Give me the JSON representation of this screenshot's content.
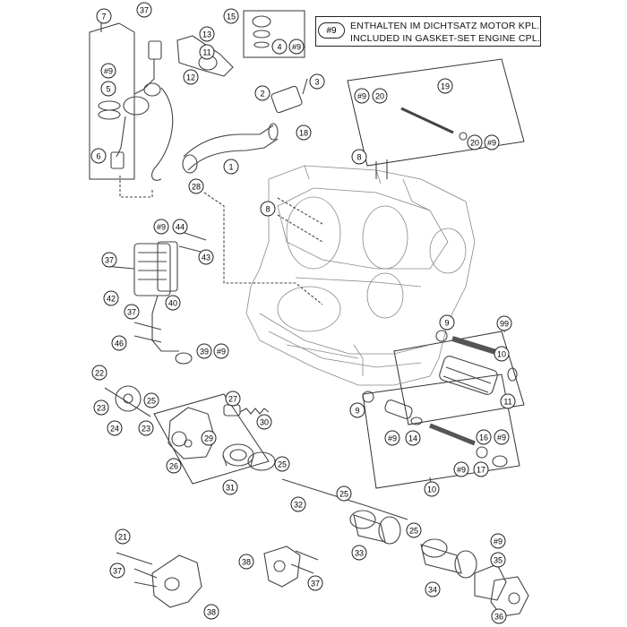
{
  "note": {
    "ref": "#9",
    "line1": "ENTHALTEN IM DICHTSATZ MOTOR KPL.",
    "line2": "INCLUDED IN GASKET-SET ENGINE CPL."
  },
  "callouts": [
    {
      "id": "c7",
      "label": "7"
    },
    {
      "id": "c37a",
      "label": "37"
    },
    {
      "id": "c15",
      "label": "15"
    },
    {
      "id": "c13",
      "label": "13"
    },
    {
      "id": "c11b",
      "label": "11"
    },
    {
      "id": "c12",
      "label": "12"
    },
    {
      "id": "c4",
      "label": "4"
    },
    {
      "id": "c9a",
      "label": "#9"
    },
    {
      "id": "c9b",
      "label": "#9"
    },
    {
      "id": "c5",
      "label": "5"
    },
    {
      "id": "c6",
      "label": "6"
    },
    {
      "id": "c2",
      "label": "2"
    },
    {
      "id": "c3",
      "label": "3"
    },
    {
      "id": "c18",
      "label": "18"
    },
    {
      "id": "c1",
      "label": "1"
    },
    {
      "id": "c28",
      "label": "28"
    },
    {
      "id": "c19",
      "label": "19"
    },
    {
      "id": "c9c",
      "label": "#9"
    },
    {
      "id": "c20a",
      "label": "20"
    },
    {
      "id": "c20b",
      "label": "20"
    },
    {
      "id": "c9d",
      "label": "#9"
    },
    {
      "id": "c8a",
      "label": "8"
    },
    {
      "id": "c8b",
      "label": "8"
    },
    {
      "id": "c9e",
      "label": "#9"
    },
    {
      "id": "c44",
      "label": "44"
    },
    {
      "id": "c43",
      "label": "43"
    },
    {
      "id": "c37b",
      "label": "37"
    },
    {
      "id": "c42",
      "label": "42"
    },
    {
      "id": "c40",
      "label": "40"
    },
    {
      "id": "c37c",
      "label": "37"
    },
    {
      "id": "c46",
      "label": "46"
    },
    {
      "id": "c39",
      "label": "39"
    },
    {
      "id": "c9f",
      "label": "#9"
    },
    {
      "id": "c9g",
      "label": "9"
    },
    {
      "id": "c99",
      "label": "99"
    },
    {
      "id": "c10a",
      "label": "10"
    },
    {
      "id": "c11",
      "label": "11"
    },
    {
      "id": "c22",
      "label": "22"
    },
    {
      "id": "c23a",
      "label": "23"
    },
    {
      "id": "c25a",
      "label": "25"
    },
    {
      "id": "c23b",
      "label": "23"
    },
    {
      "id": "c24",
      "label": "24"
    },
    {
      "id": "c27",
      "label": "27"
    },
    {
      "id": "c30",
      "label": "30"
    },
    {
      "id": "c29",
      "label": "29"
    },
    {
      "id": "c26",
      "label": "26"
    },
    {
      "id": "c9h",
      "label": "9"
    },
    {
      "id": "c9i",
      "label": "#9"
    },
    {
      "id": "c14",
      "label": "14"
    },
    {
      "id": "c16",
      "label": "16"
    },
    {
      "id": "c9j",
      "label": "#9"
    },
    {
      "id": "c9k",
      "label": "#9"
    },
    {
      "id": "c17",
      "label": "17"
    },
    {
      "id": "c10b",
      "label": "10"
    },
    {
      "id": "c25b",
      "label": "25"
    },
    {
      "id": "c31",
      "label": "31"
    },
    {
      "id": "c32",
      "label": "32"
    },
    {
      "id": "c25c",
      "label": "25"
    },
    {
      "id": "c33",
      "label": "33"
    },
    {
      "id": "c25d",
      "label": "25"
    },
    {
      "id": "c9l",
      "label": "#9"
    },
    {
      "id": "c35",
      "label": "35"
    },
    {
      "id": "c34",
      "label": "34"
    },
    {
      "id": "c21",
      "label": "21"
    },
    {
      "id": "c37d",
      "label": "37"
    },
    {
      "id": "c38a",
      "label": "38"
    },
    {
      "id": "c38b",
      "label": "38"
    },
    {
      "id": "c37e",
      "label": "37"
    },
    {
      "id": "c36",
      "label": "36"
    }
  ]
}
